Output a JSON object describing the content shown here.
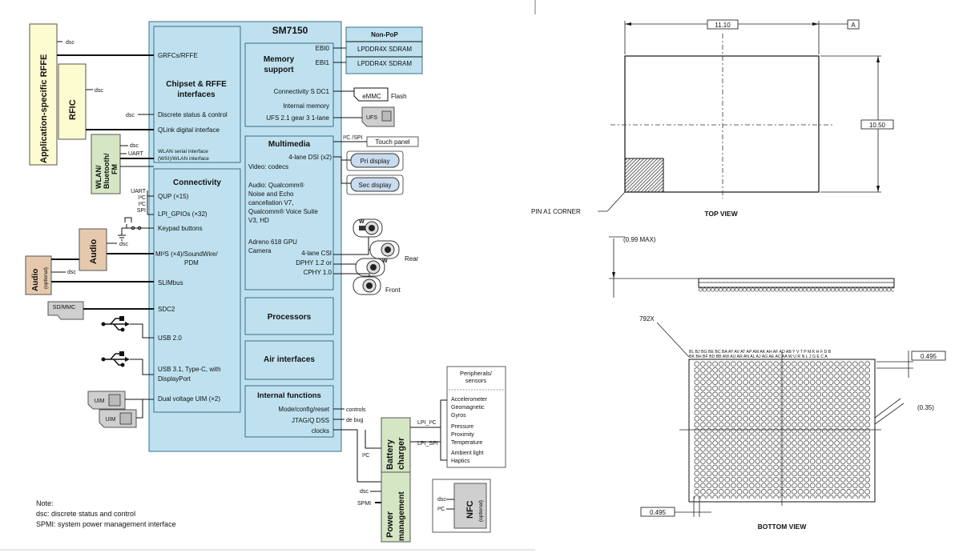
{
  "block_diagram": {
    "soc_title": "SM7150",
    "chipset_rffe": {
      "title_line1": "Chipset & RFFE",
      "title_line2": "interfaces",
      "grfcs": "GRFCs/RFFE",
      "discrete": "Discrete status & control",
      "qlink": "QLink digital interface",
      "wlan_serial": "WLAN serial interface",
      "wlan_iface": "(WSI)/WLAN interface"
    },
    "memory": {
      "title_line1": "Memory",
      "title_line2": "support",
      "ebi0": "EBI0",
      "ebi1": "EBI1",
      "connectivity_sdc1": "Connectivity S DC1",
      "internal_memory": "Internal memory",
      "ufs": "UFS 2.1 gear 3 1-lane"
    },
    "non_pop": {
      "title": "Non-PoP",
      "lpddr1": "LPDDR4X SDRAM",
      "lpddr2": "LPDDR4X SDRAM"
    },
    "emmc": "eMMC",
    "flash": "Flash",
    "ufs_chip": "UFS",
    "multimedia": {
      "title": "Multimedia",
      "dsi": "4-lane DSI (x2)",
      "video": "Video: codecs",
      "audio_line1": "Audio: Qualcomm®",
      "audio_line2": "Noise and Echo",
      "audio_line3": "cancellation V7,",
      "audio_line4": "Qualcomm® Voice Suite",
      "audio_line5": "V3, HD",
      "gpu": "Adreno 618 GPU",
      "camera": "Camera",
      "csi": "4-lane CSI",
      "dphy": "DPHY 1.2 or",
      "cphy": "CPHY 1.0"
    },
    "pcspi": "I²C /SPI",
    "touch_panel": "Touch panel",
    "pri_display": "Pri display",
    "sec_display": "Sec display",
    "rear": "Rear",
    "front": "Front",
    "cam_w": "W",
    "connectivity": {
      "title": "Connectivity",
      "qup": "QUP (×15)",
      "lpi_gpios": "LPI_GPIOs (×32)",
      "keypad": "Keypad buttons",
      "mi2s": "MI²S (×4)/SoundWire/",
      "pdm": "PDM",
      "slimbus": "SLIMbus",
      "sdc2": "SDC2",
      "usb20": "USB 2.0",
      "usb31_line1": "USB 3.1, Type-C, with",
      "usb31_line2": "DisplayPort",
      "uim": "Dual voltage UIM (×2)"
    },
    "qup_labels": [
      "UART",
      "I²C",
      "I²C",
      "SPI"
    ],
    "processors": "Processors",
    "air_interfaces": "Air interfaces",
    "internal": {
      "title": "Internal functions",
      "mode": "Mode/config/reset",
      "jtag": "JTAG/Q DSS",
      "clocks": "clocks"
    },
    "controls": "controls",
    "debug": "de bug",
    "ext": {
      "app_rffe": "Application-specific RFFE",
      "rfic": "RFIC",
      "wlan_line1": "WLAN/",
      "wlan_line2": "Bluetooth/",
      "wlan_line3": "FM",
      "audio": "Audio",
      "audio_opt": "Audio",
      "optional": "(optional)",
      "sdmmc": "SD/MMC",
      "uim1": "UIM",
      "uim2": "UIM",
      "battery_line1": "Battery",
      "battery_line2": "charger",
      "power_line1": "Power",
      "power_line2": "management",
      "nfc": "NFC",
      "nfc_opt": "(optional)"
    },
    "dsc": "dsc",
    "uart": "UART",
    "i2c": "I²C",
    "spmi": "SPMI",
    "lpi_i2c": "LPI_I²C",
    "lpi_spi": "LPI_SPI",
    "peripherals": {
      "title_line1": "Peripherals/",
      "title_line2": "sensors",
      "items": [
        "Accelerometer",
        "Geomagnetic",
        "Gyros",
        "Pressure",
        "Proximity",
        "Temperature",
        "Ambient light",
        "Haptics"
      ]
    },
    "note": {
      "title": "Note:",
      "line1": "dsc: discrete status and control",
      "line2": "SPMI: system power management interface"
    }
  },
  "package_drawing": {
    "dim_width": "11.10",
    "datum": "A",
    "dim_height": "10.50",
    "pin_a1": "PIN A1 CORNER",
    "top_view": "TOP VIEW",
    "max_height": "(0.99 MAX)",
    "ball_count": "792X",
    "pitch": "0.495",
    "ball_diameter": "(0.35)",
    "pitch_bottom": "0.495",
    "bottom_view": "BOTTOM VIEW",
    "column_letters_row1": "BL BJ BG BE BC BA AY AV AT AP AM AK AH AF AD AB Y V T P M K H F D B",
    "column_letters_row2": "BK BH BF BD BB AW AU AR AN AL AJ AG AE AC AA W U R N L J G E C A"
  }
}
